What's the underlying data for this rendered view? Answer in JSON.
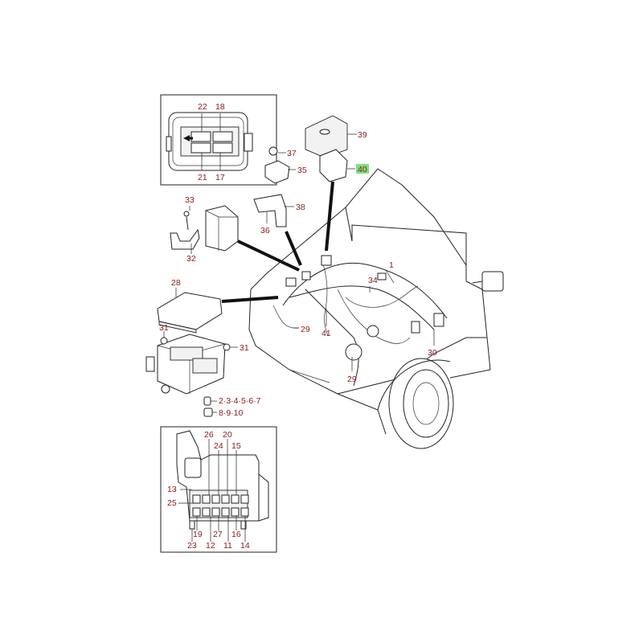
{
  "labels": {
    "l1": "1",
    "l2": "2·3·4·5·6·7",
    "l8": "8·9·10",
    "l11": "11",
    "l12": "12",
    "l13": "13",
    "l14": "14",
    "l15": "15",
    "l16": "16",
    "l17": "17",
    "l18": "18",
    "l19": "19",
    "l20": "20",
    "l21": "21",
    "l22": "22",
    "l23": "23",
    "l24": "24",
    "l25": "25",
    "l26": "26",
    "l27": "27",
    "l28": "28",
    "l29a": "29",
    "l29b": "29",
    "l30": "30",
    "l31a": "31",
    "l31b": "31",
    "l32": "32",
    "l33": "33",
    "l34": "34",
    "l35": "35",
    "l36": "36",
    "l37": "37",
    "l38": "38",
    "l39": "39",
    "l40": "40",
    "l41": "41"
  },
  "highlight_color": "#7fe07f",
  "label_color": "#8b1a1a"
}
